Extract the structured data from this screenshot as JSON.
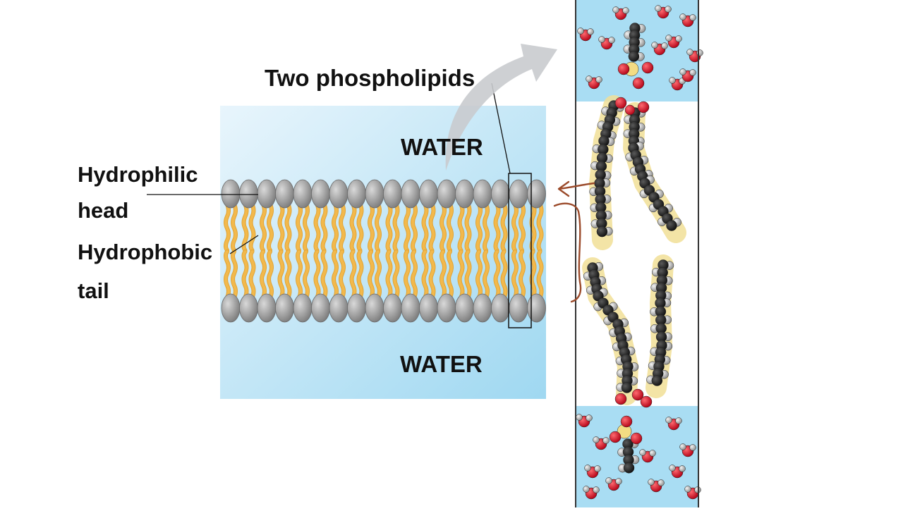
{
  "labels": {
    "two_phospholipids": "Two phospholipids",
    "water_top": "WATER",
    "water_bottom": "WATER",
    "hydrophilic_line1": "Hydrophilic",
    "hydrophilic_line2": "head",
    "hydrophobic_line1": "Hydrophobic",
    "hydrophobic_line2": "tail"
  },
  "colors": {
    "water_light": "#dff1fb",
    "water_blue": "#a8dcf2",
    "head_gray": "#8f8f8f",
    "tail_yellow": "#f2b94c",
    "carbon_black": "#1c1c1c",
    "hydrogen_gray": "#c8c8c8",
    "oxygen_red": "#d7182a",
    "phosphorus_yellow": "#f3dc83",
    "annotation_brown": "#9b4a2a"
  }
}
